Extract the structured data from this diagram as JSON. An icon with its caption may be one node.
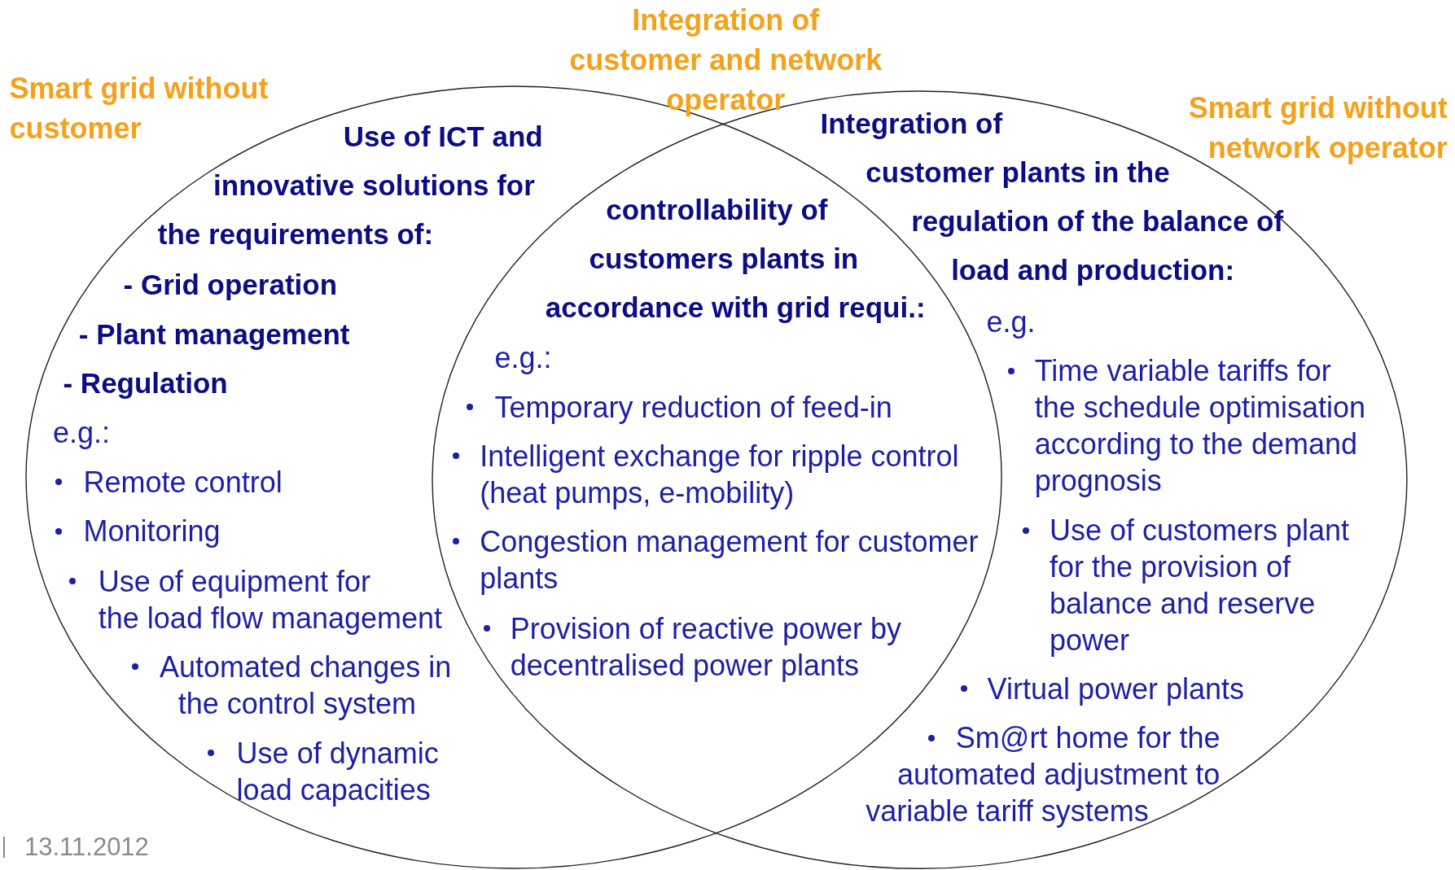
{
  "diagram": {
    "nodes": [
      {
        "text": [
          "Smart grid without customer",
          "Use of ICT and innovative solutions for the requirements of:",
          "- Grid operation",
          "- Plant management",
          "- Regulation",
          "e.g.:",
          "Remote control",
          "Monitoring",
          "Use of equipment for the load flow management",
          "Automated changes in the control system",
          "Use of dynamic load capacities"
        ]
      },
      {
        "text": [
          "Smart grid without network operator",
          "Integration of customer plants in the regulation of the balance of load and production:",
          "e.g.",
          "Time variable tariffs for the schedule optimisation according to the demand prognosis",
          "Use of customers plant for the provision of balance and reserve power",
          "Virtual power plants",
          "Sm@rt home for the automated adjustment to variable tariff systems"
        ]
      },
      {
        "text": [
          "Integration of customer and network operator",
          "controllability of customers plants in accordance with grid requi.:",
          "e.g.:",
          "Temporary reduction of feed-in",
          "Intelligent exchange for ripple control (heat pumps, e-mobility)",
          "Congestion management for customer plants",
          "Provision of reactive power by decentralised power plants"
        ]
      }
    ],
    "labels": [
      "13.11.2012"
    ]
  }
}
